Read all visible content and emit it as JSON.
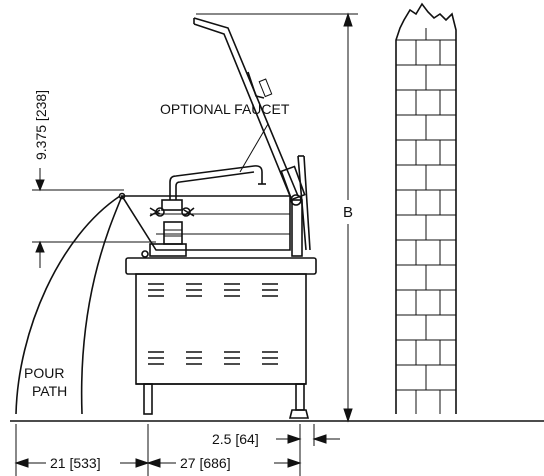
{
  "labels": {
    "optional_faucet": "OPTIONAL FAUCET",
    "pour": "POUR",
    "path": "PATH",
    "b": "B"
  },
  "dimensions": {
    "vertical": "9.375 [238]",
    "bottom_left": "21 [533]",
    "bottom_middle": "27 [686]",
    "clearance": "2.5 [64]"
  },
  "colors": {
    "line": "#111111",
    "background": "#ffffff"
  }
}
